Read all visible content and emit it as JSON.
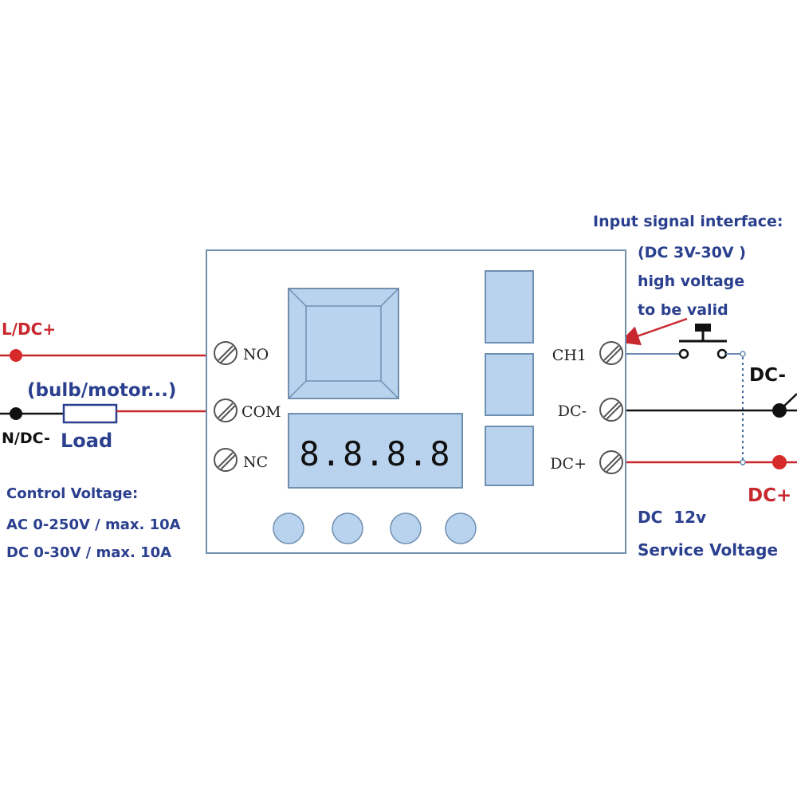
{
  "module": {
    "display": "8.8.8.8",
    "left_terminals": [
      "NO",
      "COM",
      "NC"
    ],
    "right_terminals": [
      "CH1",
      "DC-",
      "DC+"
    ],
    "button_count": 4
  },
  "load_side": {
    "line_label": "L/DC+",
    "neutral_label": "N/DC-",
    "load_label": "Load",
    "load_hint": "(bulb/motor...)",
    "control_title": "Control Voltage:",
    "control_ac": "AC 0-250V / max. 10A",
    "control_dc": "DC 0-30V / max. 10A"
  },
  "signal_side": {
    "input_title": "Input signal interface:",
    "input_range": "(DC 3V-30V )",
    "input_note1": "high voltage",
    "input_note2": "to be valid",
    "dc_minus": "DC-",
    "dc_plus": "DC+",
    "service_voltage": "DC  12v",
    "service_label": "Service Voltage"
  },
  "colors": {
    "wire_red": "#c8282d",
    "wire_black": "#111111",
    "label_blue": "#2a3f8e",
    "component_fill": "#b9d3ee",
    "board_border": "#6f8fb0",
    "board_fill": "#ffffff"
  },
  "icons": [
    "screw-terminal-icon",
    "push-button-switch-icon",
    "resistor-load-icon",
    "arrow-icon"
  ]
}
